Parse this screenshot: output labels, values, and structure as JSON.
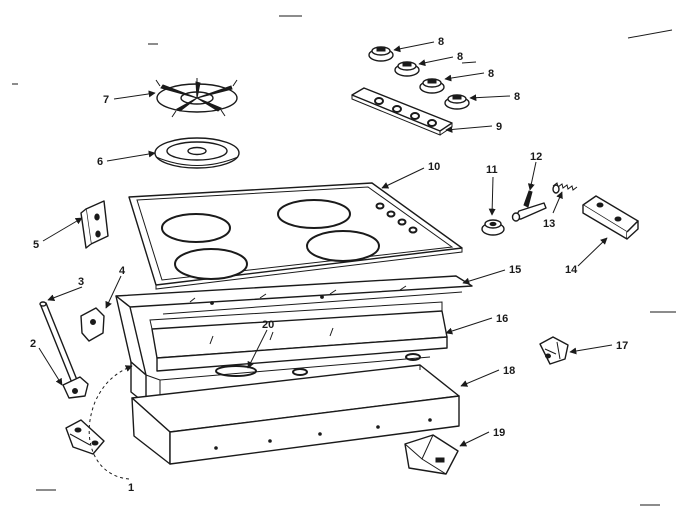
{
  "diagram": {
    "callouts": [
      {
        "label": "1"
      },
      {
        "label": "2"
      },
      {
        "label": "3"
      },
      {
        "label": "4"
      },
      {
        "label": "5"
      },
      {
        "label": "6"
      },
      {
        "label": "7"
      },
      {
        "label": "8"
      },
      {
        "label": "8"
      },
      {
        "label": "8"
      },
      {
        "label": "8"
      },
      {
        "label": "9"
      },
      {
        "label": "10"
      },
      {
        "label": "11"
      },
      {
        "label": "12"
      },
      {
        "label": "13"
      },
      {
        "label": "14"
      },
      {
        "label": "15"
      },
      {
        "label": "16"
      },
      {
        "label": "17"
      },
      {
        "label": "18"
      },
      {
        "label": "19"
      },
      {
        "label": "20"
      }
    ]
  }
}
